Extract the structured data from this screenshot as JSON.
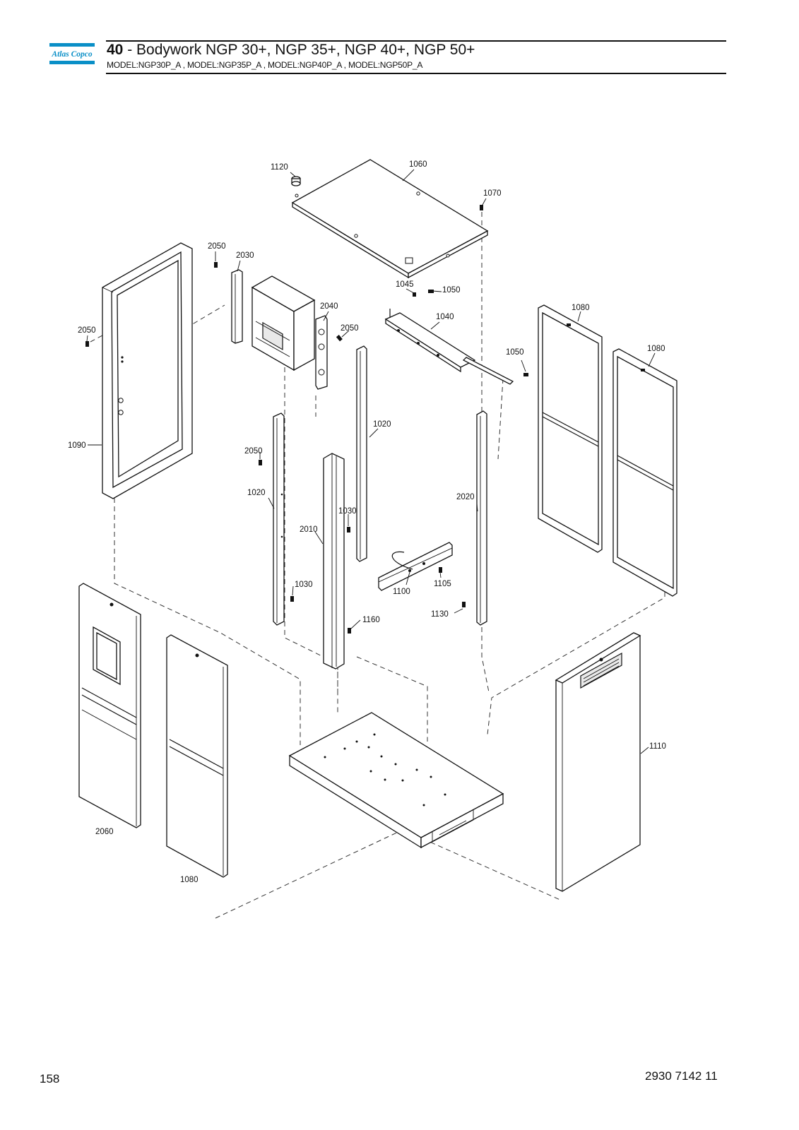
{
  "header": {
    "brand": "Atlas Copco",
    "section_number": "40",
    "section_title": " - Bodywork NGP 30+, NGP 35+, NGP 40+, NGP 50+",
    "models": "MODEL:NGP30P_A , MODEL:NGP35P_A , MODEL:NGP40P_A , MODEL:NGP50P_A",
    "brand_color": "#0a8fc7"
  },
  "callouts": {
    "c1120": "1120",
    "c1060": "1060",
    "c1070": "1070",
    "c2050a": "2050",
    "c2030": "2030",
    "c2050b": "2050",
    "c1045": "1045",
    "c1050a": "1050",
    "c2040": "2040",
    "c2050c": "2050",
    "c1040": "1040",
    "c1080a": "1080",
    "c1080b": "1080",
    "c1050b": "1050",
    "c1020a": "1020",
    "c1090": "1090",
    "c2050d": "2050",
    "c1020b": "1020",
    "c1030a": "1030",
    "c2010": "2010",
    "c2020": "2020",
    "c1030b": "1030",
    "c1100": "1100",
    "c1105": "1105",
    "c1130": "1130",
    "c1160": "1160",
    "c1110": "1110",
    "c2060": "2060",
    "c1080c": "1080"
  },
  "footer": {
    "page_number": "158",
    "document_number": "2930 7142 11"
  }
}
